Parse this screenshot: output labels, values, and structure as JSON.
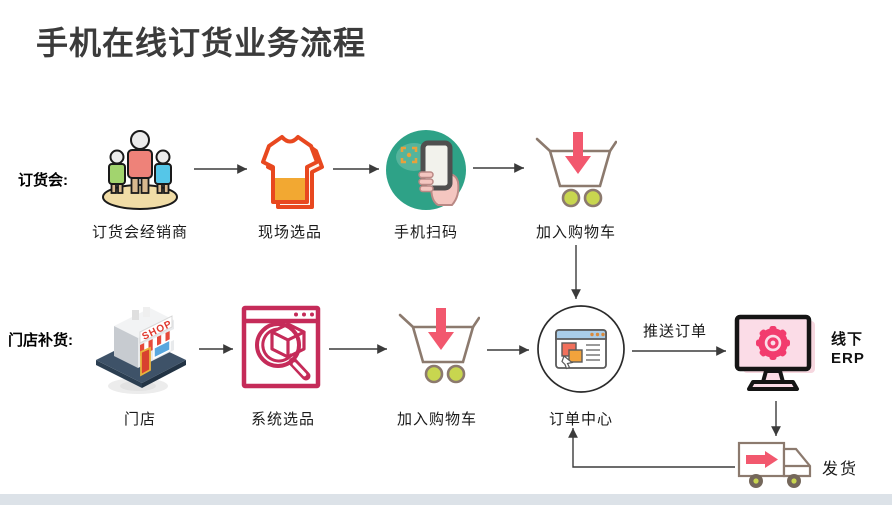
{
  "title": "手机在线订货业务流程",
  "rows": [
    {
      "label": "订货会:",
      "nodes": [
        {
          "id": "dealer",
          "label": "订货会经销商"
        },
        {
          "id": "onsite-pick",
          "label": "现场选品"
        },
        {
          "id": "phone-scan",
          "label": "手机扫码"
        },
        {
          "id": "add-to-cart",
          "label": "加入购物车"
        }
      ]
    },
    {
      "label": "门店补货:",
      "nodes": [
        {
          "id": "store",
          "label": "门店"
        },
        {
          "id": "system-pick",
          "label": "系统选品"
        },
        {
          "id": "add-to-cart",
          "label": "加入购物车"
        },
        {
          "id": "order-center",
          "label": "订单中心"
        },
        {
          "id": "offline-erp",
          "label_line1": "线下",
          "label_line2": "ERP"
        },
        {
          "id": "ship",
          "label": "发货"
        }
      ]
    }
  ],
  "edges": {
    "push_order_label": "推送订单"
  },
  "icons": {
    "shop_sign": "SHOP"
  },
  "colors": {
    "title_text": "#3b3b3b",
    "label_text": "#1a1a1a",
    "arrow": "#3b3b3b",
    "teal_circle": "#2ea287",
    "teal_blob": "#55b49c",
    "magenta_outline": "#c52b59",
    "pink_accent": "#f2586e",
    "cart_outline": "#8c7a6e",
    "wheel_green": "#c8d64f",
    "shirt_outline": "#e8481f",
    "shirt_fill": "#f2a832",
    "monitor_screen": "#fbdce7",
    "gear_pink": "#f23c6e",
    "window_header_blue": "#a9cde9",
    "square_red": "#f1705c",
    "square_orange": "#f2a33c",
    "people_green": "#a2d46e",
    "people_pink": "#ee8279",
    "people_blue": "#55c6e8",
    "platform_tan": "#f0dca6",
    "shop_base_navy": "#3e5268",
    "shop_red": "#e64a3b",
    "footer_bar": "#dce2e8"
  }
}
